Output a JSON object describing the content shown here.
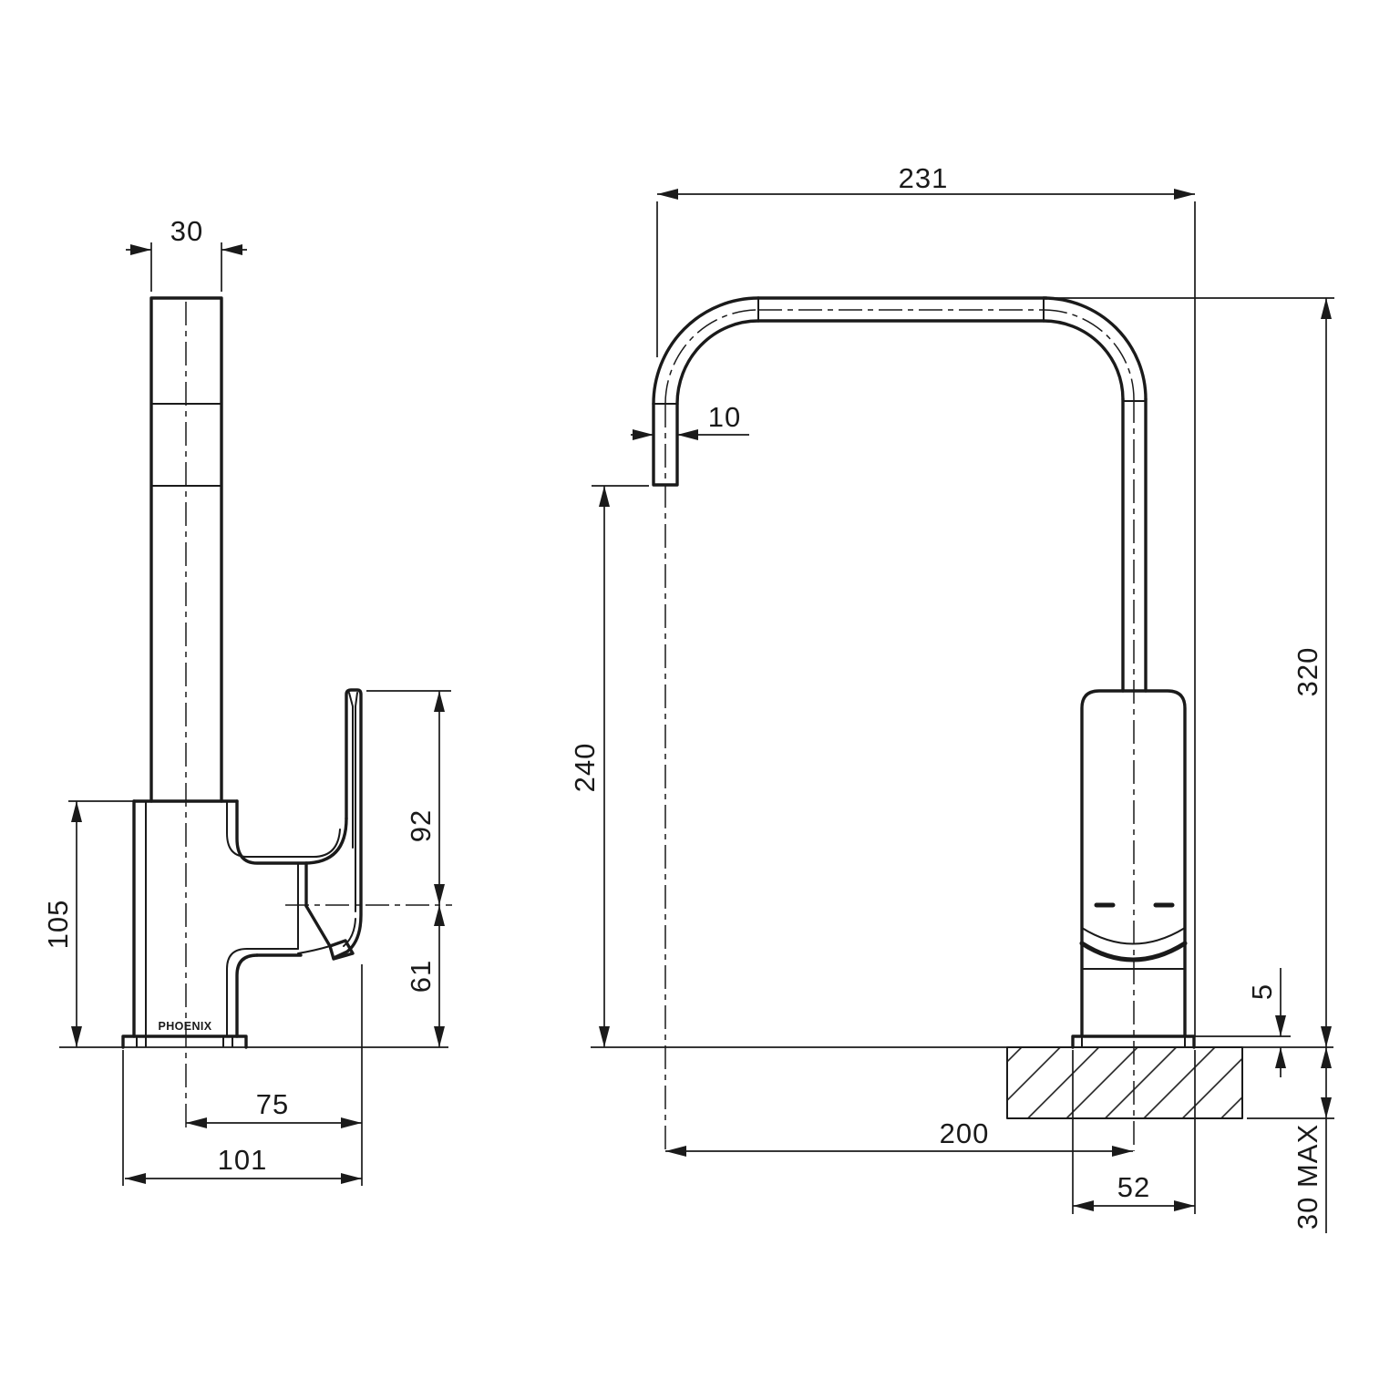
{
  "canvas": {
    "background": "#ffffff",
    "line_color": "#1a1a1a",
    "description": "Technical dimension drawing of a Phoenix square-gooseneck sink mixer tap, side view and front view"
  },
  "side_view": {
    "brand": "PHOENIX",
    "dims": {
      "spout_column_width": "30",
      "body_height": "105",
      "handle_top_to_axis": "92",
      "axis_to_base": "61",
      "handle_reach": "75",
      "overall_depth": "101"
    }
  },
  "front_view": {
    "dims": {
      "spout_reach": "231",
      "outlet_width": "10",
      "outlet_clearance_height": "240",
      "overall_height": "320",
      "base_plate_height": "5",
      "outlet_to_body_centre": "200",
      "base_flange_width": "52",
      "bench_thickness": "30 MAX"
    }
  }
}
